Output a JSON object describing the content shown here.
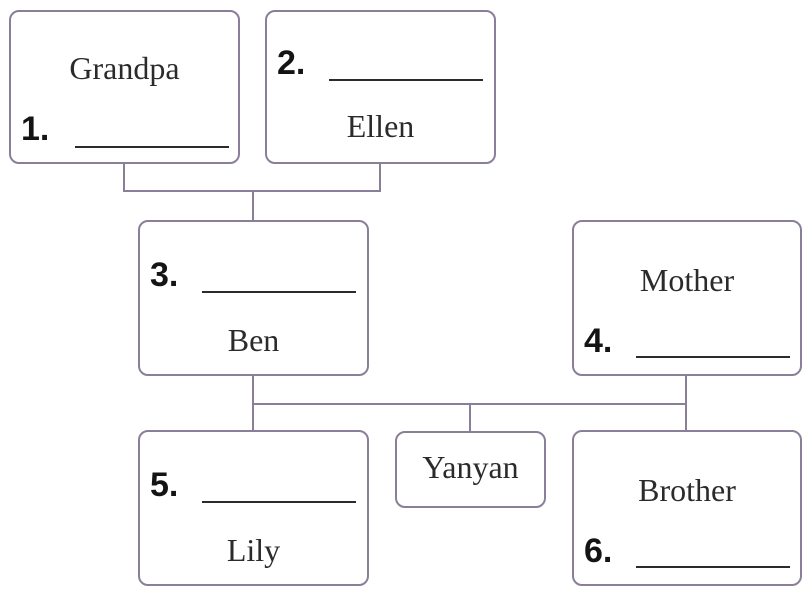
{
  "grandpa": {
    "name": "Grandpa",
    "number": "1."
  },
  "ellen": {
    "number": "2.",
    "name": "Ellen"
  },
  "ben": {
    "number": "3.",
    "name": "Ben"
  },
  "mother": {
    "name": "Mother",
    "number": "4."
  },
  "lily": {
    "number": "5.",
    "name": "Lily"
  },
  "yanyan": {
    "name": "Yanyan"
  },
  "brother": {
    "name": "Brother",
    "number": "6."
  }
}
